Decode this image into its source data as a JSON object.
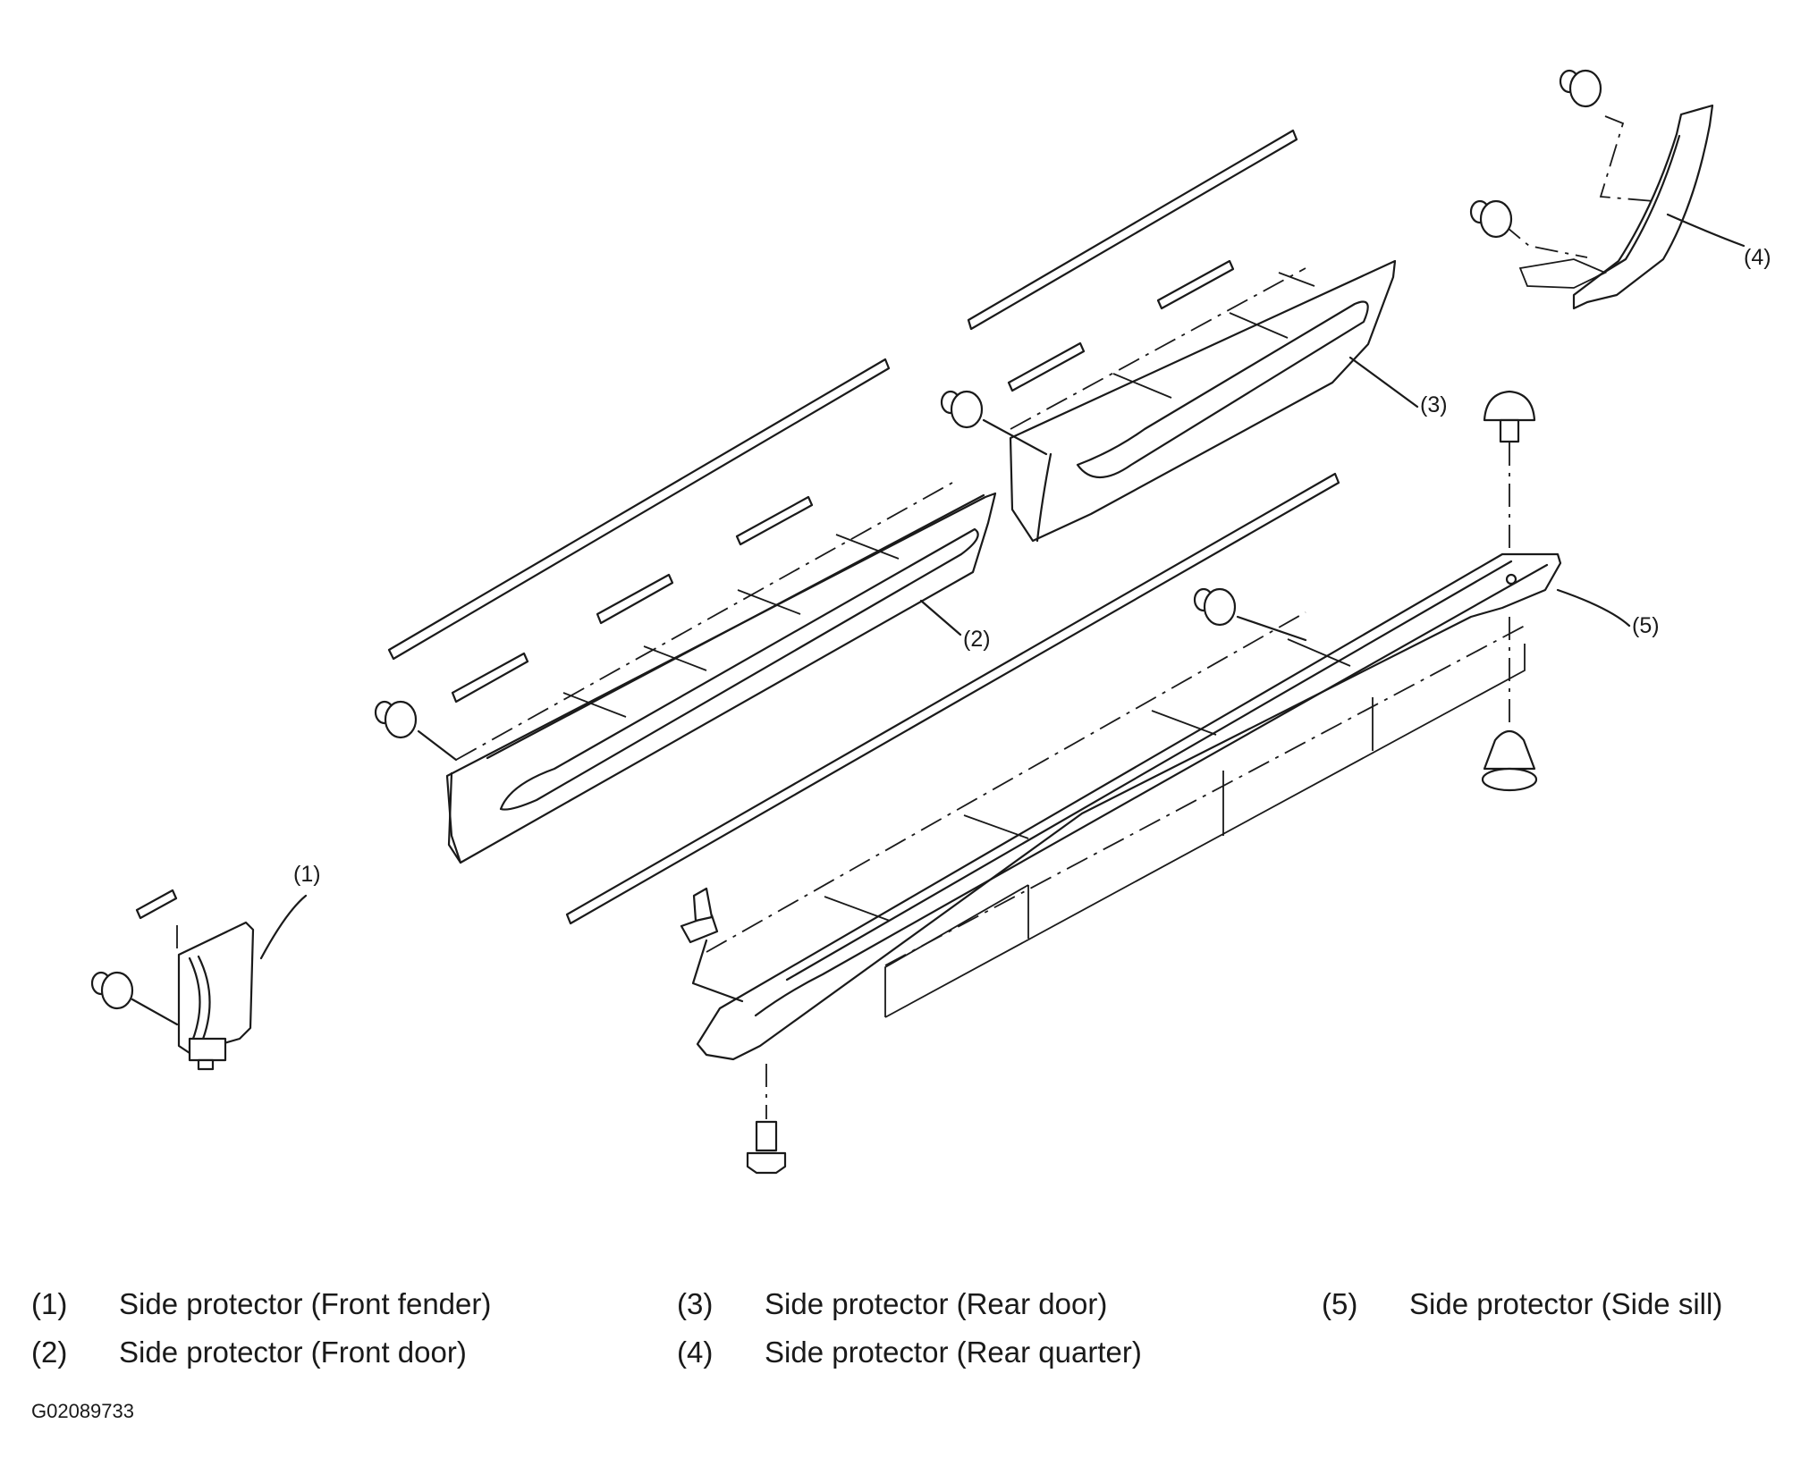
{
  "callouts": [
    "(1)",
    "(2)",
    "(3)",
    "(4)",
    "(5)"
  ],
  "legend": [
    {
      "num": "(1)",
      "text": "Side protector (Front fender)"
    },
    {
      "num": "(2)",
      "text": "Side protector (Front door)"
    },
    {
      "num": "(3)",
      "text": "Side protector (Rear door)"
    },
    {
      "num": "(4)",
      "text": "Side protector (Rear quarter)"
    },
    {
      "num": "(5)",
      "text": "Side protector (Side sill)"
    }
  ],
  "figure_code": "G02089733"
}
